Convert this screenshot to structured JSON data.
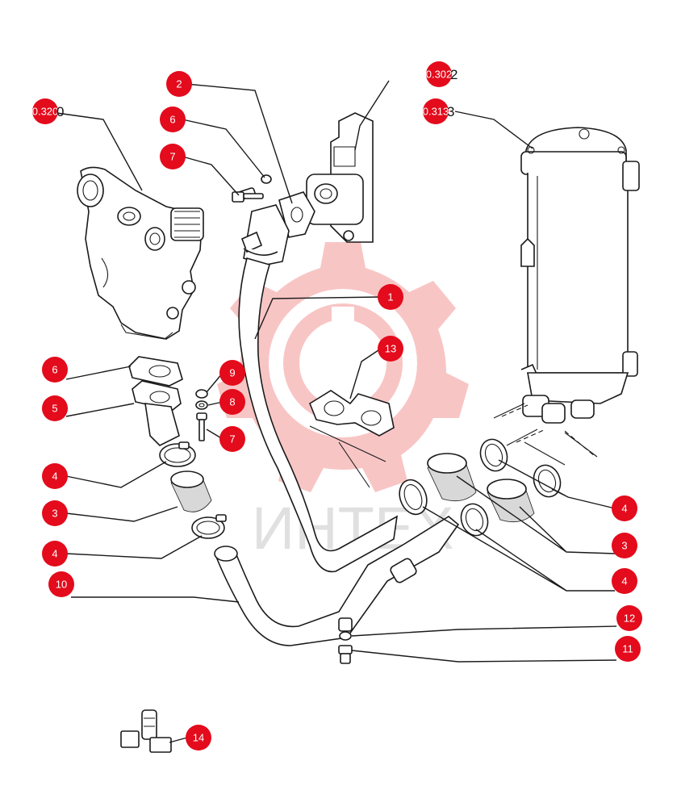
{
  "watermark": {
    "text": "ИНТЕХ",
    "gear_color": "#f4a7a7"
  },
  "accent_color": "#e30b1c",
  "references": [
    {
      "id": "ref-0320",
      "badge": "0.320",
      "tail": "0"
    },
    {
      "id": "ref-0302",
      "badge": "0.302",
      "tail": "2"
    },
    {
      "id": "ref-0313",
      "badge": "0.313",
      "tail": "3"
    }
  ],
  "callouts": [
    {
      "id": "c1",
      "label": "1"
    },
    {
      "id": "c2",
      "label": "2"
    },
    {
      "id": "c3a",
      "label": "3"
    },
    {
      "id": "c3b",
      "label": "3"
    },
    {
      "id": "c4a",
      "label": "4"
    },
    {
      "id": "c4b",
      "label": "4"
    },
    {
      "id": "c4c",
      "label": "4"
    },
    {
      "id": "c4d",
      "label": "4"
    },
    {
      "id": "c5",
      "label": "5"
    },
    {
      "id": "c6a",
      "label": "6"
    },
    {
      "id": "c6b",
      "label": "6"
    },
    {
      "id": "c7a",
      "label": "7"
    },
    {
      "id": "c7b",
      "label": "7"
    },
    {
      "id": "c8",
      "label": "8"
    },
    {
      "id": "c9",
      "label": "9"
    },
    {
      "id": "c10",
      "label": "10"
    },
    {
      "id": "c11",
      "label": "11"
    },
    {
      "id": "c12",
      "label": "12"
    },
    {
      "id": "c13",
      "label": "13"
    },
    {
      "id": "c14",
      "label": "14"
    }
  ]
}
